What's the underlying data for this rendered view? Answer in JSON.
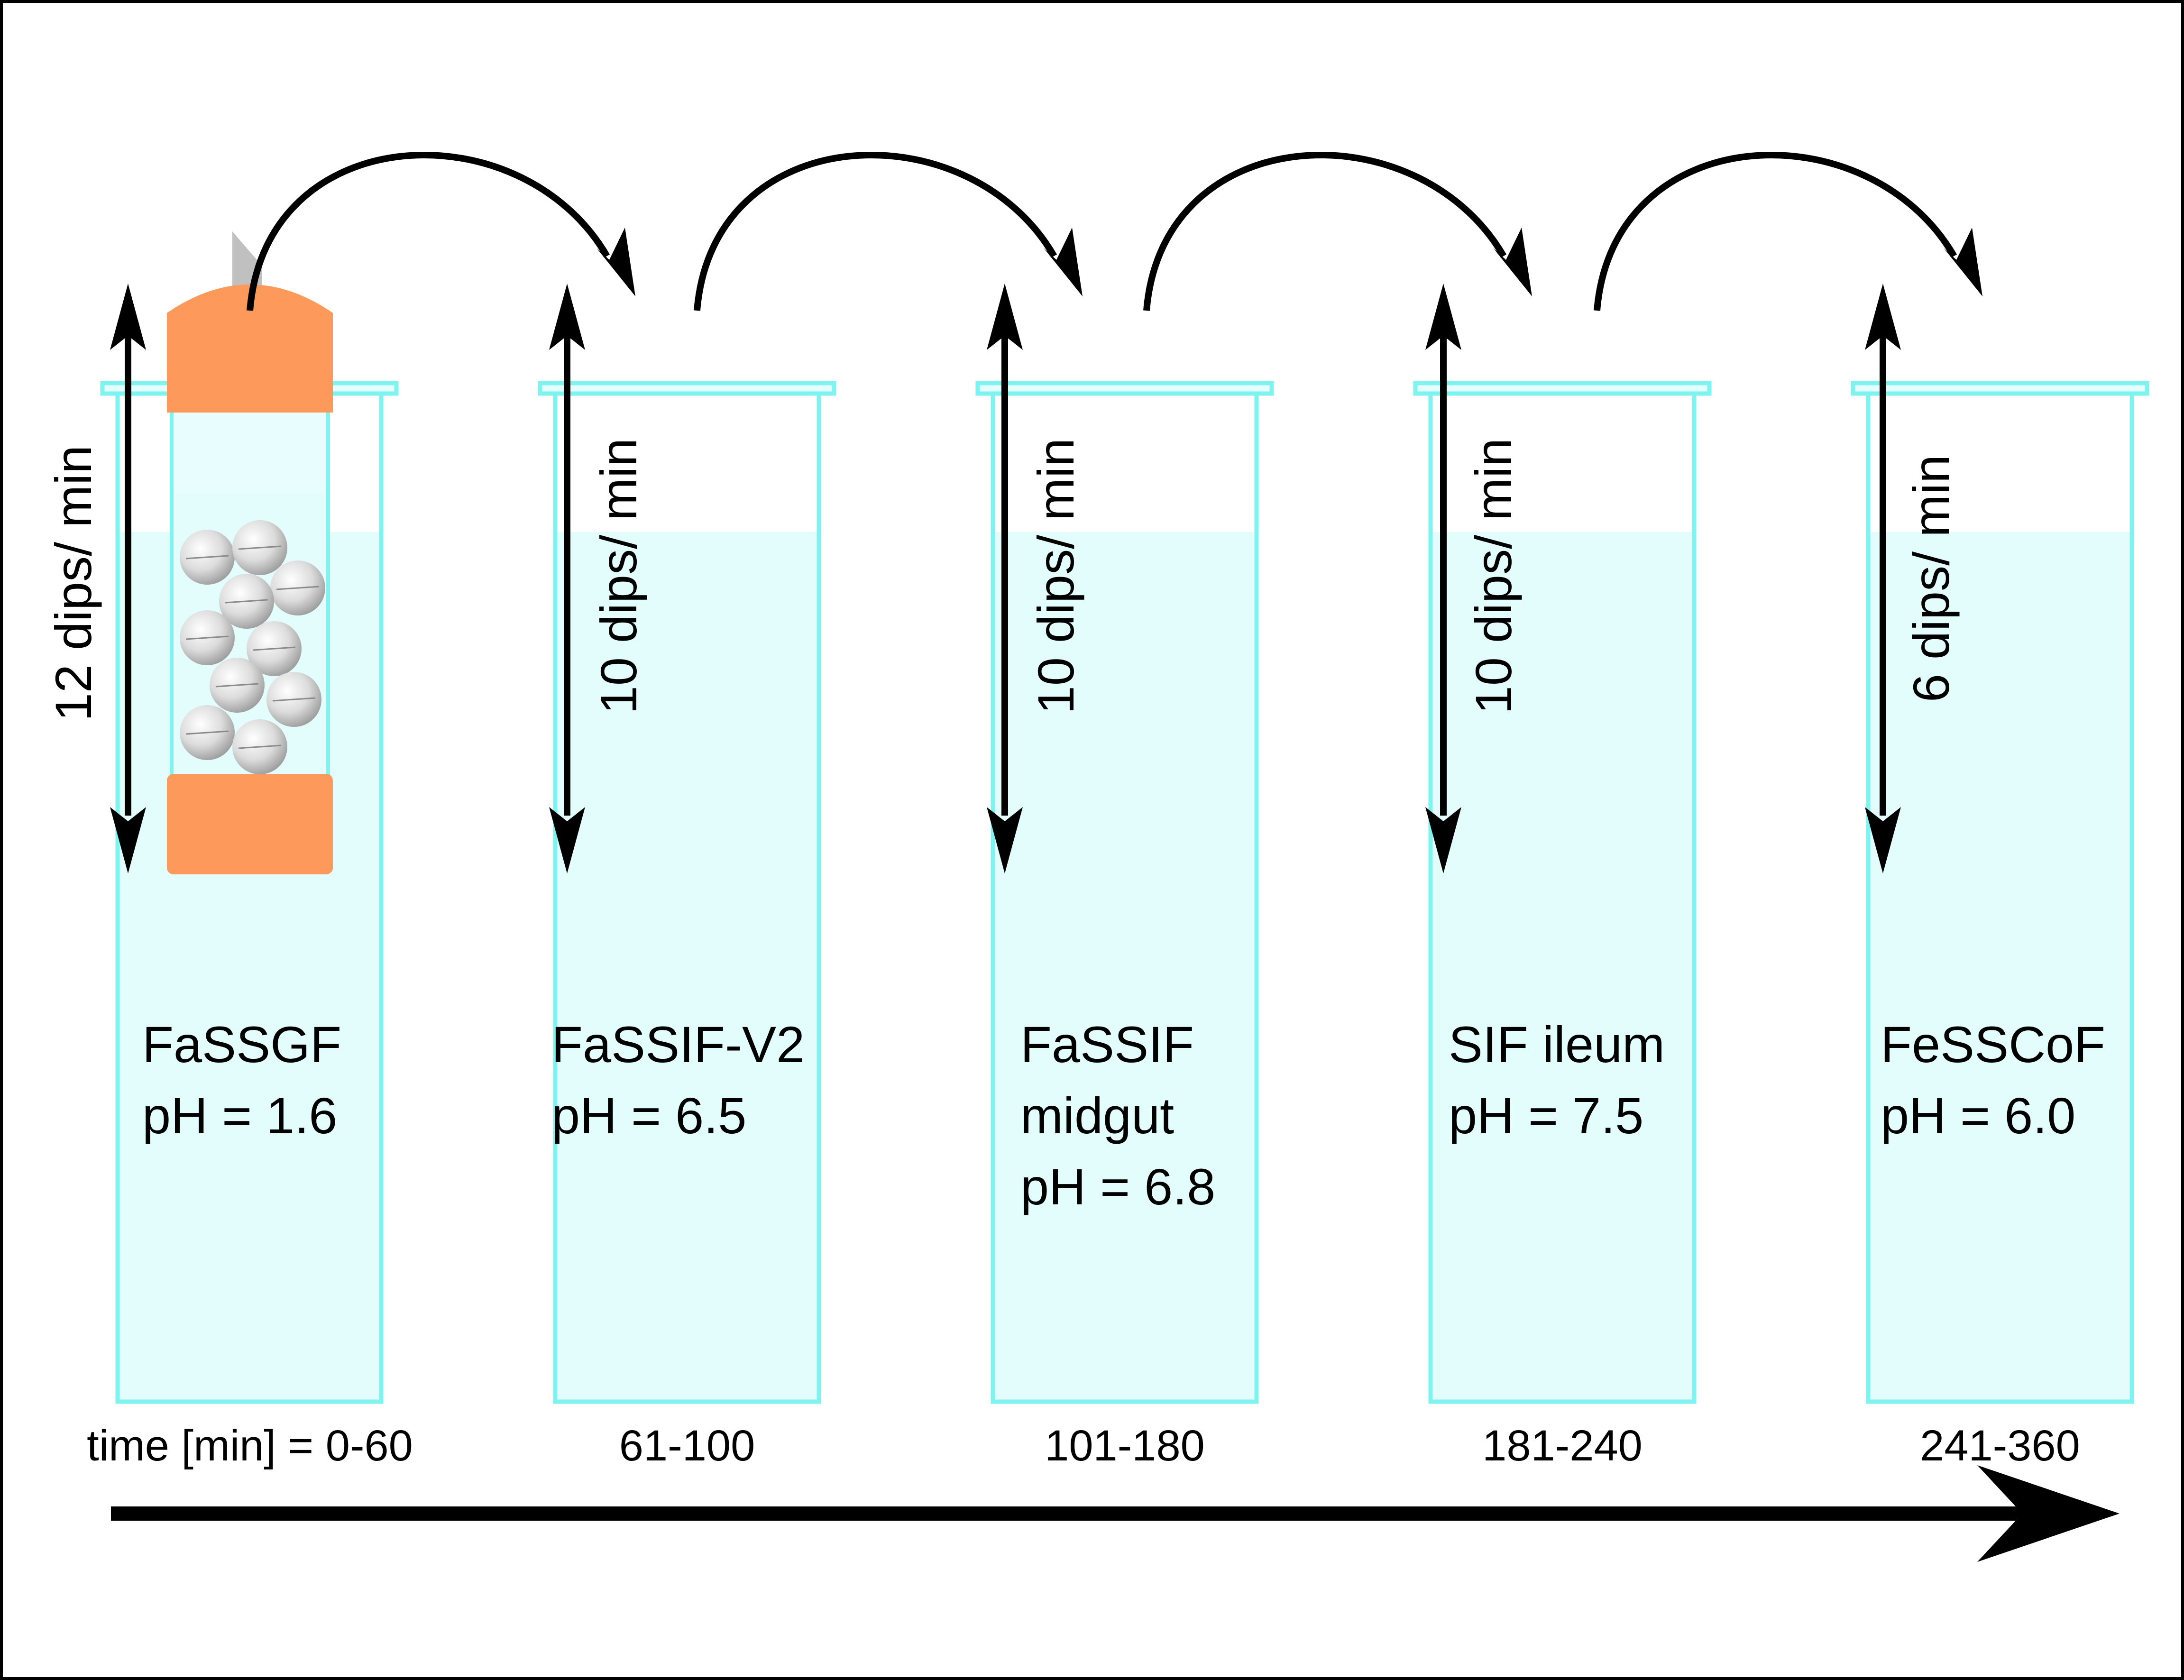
{
  "colors": {
    "liquid": "#e3fcfc",
    "tube_outline": "#7ff3ef",
    "basket_cap": "#fd9a5b",
    "basket_tab": "#c0c0c0",
    "arrow": "#000000",
    "frame": "#000000"
  },
  "icons": [
    "tablet-basket-icon",
    "tablet-icon",
    "transfer-arrow-icon",
    "dip-arrow-icon",
    "time-arrow-icon"
  ],
  "stages": [
    {
      "medium": "FaSSGF",
      "ph": "pH = 1.6",
      "dips": "12 dips/ min",
      "time": "time [min] = 0-60"
    },
    {
      "medium": "FaSSIF-V2",
      "ph": "pH = 6.5",
      "dips": "10 dips/ min",
      "time": "61-100"
    },
    {
      "medium": "FaSSIF",
      "medium_line2": "midgut",
      "ph": "pH = 6.8",
      "dips": "10 dips/ min",
      "time": "101-180"
    },
    {
      "medium": "SIF ileum",
      "ph": "pH = 7.5",
      "dips": "10 dips/ min",
      "time": "181-240"
    },
    {
      "medium": "FeSSCoF",
      "ph": "pH = 6.0",
      "dips": "6 dips/ min",
      "time": "241-360"
    }
  ]
}
